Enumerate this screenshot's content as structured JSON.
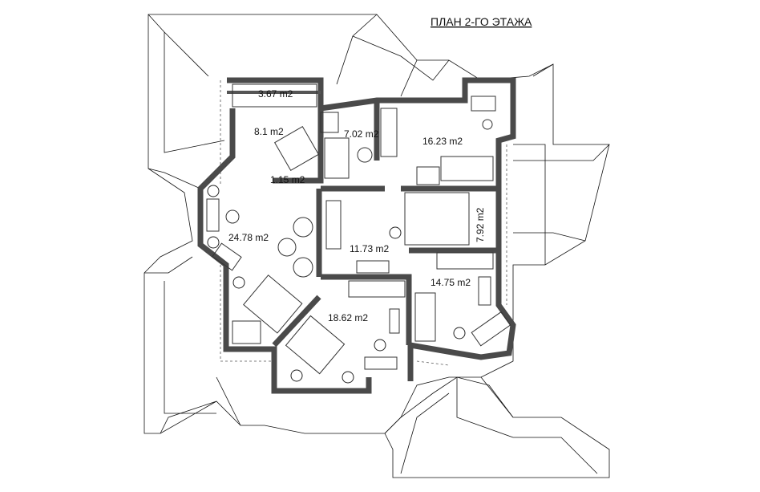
{
  "title": "ПЛАН 2-ГО ЭТАЖА",
  "rooms": [
    {
      "id": "balcony",
      "area": "3.67 m2"
    },
    {
      "id": "bathroom-1",
      "area": "8.1 m2"
    },
    {
      "id": "bathroom-2",
      "area": "7.02 m2"
    },
    {
      "id": "bedroom-1",
      "area": "16.23 m2"
    },
    {
      "id": "corridor-small",
      "area": "1.15 m2"
    },
    {
      "id": "living-room",
      "area": "24.78 m2"
    },
    {
      "id": "hall",
      "area": "11.73 m2"
    },
    {
      "id": "stair-landing",
      "area": "7.92 m2"
    },
    {
      "id": "bedroom-2",
      "area": "14.75 m2"
    },
    {
      "id": "bedroom-3",
      "area": "18.62 m2"
    }
  ]
}
